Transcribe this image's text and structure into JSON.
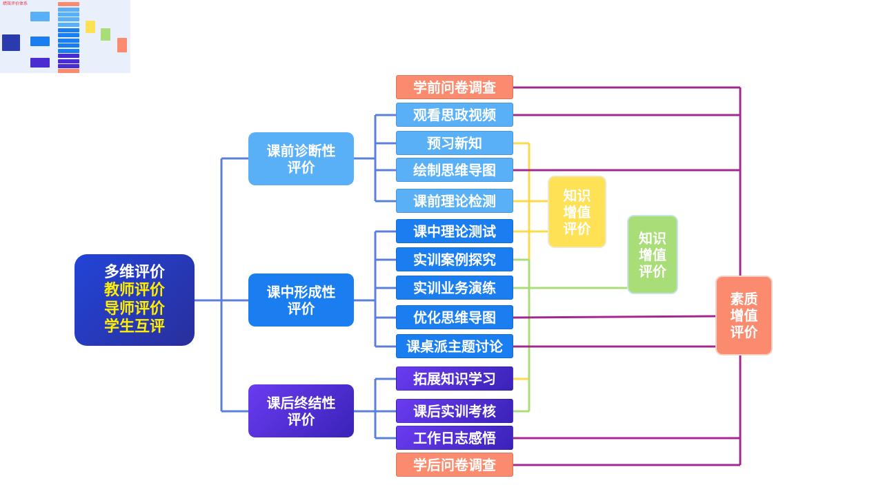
{
  "root": {
    "title": "多维评价",
    "lines": [
      "教师评价",
      "导师评价",
      "学生互评"
    ]
  },
  "stages": [
    {
      "label": "课前诊断性\n评价",
      "label_line1": "课前诊断性",
      "label_line2": "评价"
    },
    {
      "label": "课中形成性\n评价",
      "label_line1": "课中形成性",
      "label_line2": "评价"
    },
    {
      "label": "课后终结性\n评价",
      "label_line1": "课后终结性",
      "label_line2": "评价"
    }
  ],
  "activities": [
    "学前问卷调查",
    "观看思政视频",
    "预习新知",
    "绘制思维导图",
    "课前理论检测",
    "课中理论测试",
    "实训案例探究",
    "实训业务演练",
    "优化思维导图",
    "课桌派主题讨论",
    "拓展知识学习",
    "课后实训考核",
    "工作日志感悟",
    "学后问卷调查"
  ],
  "categories": [
    {
      "lines": [
        "知识",
        "增值",
        "评价"
      ]
    },
    {
      "lines": [
        "知识",
        "增值",
        "评价"
      ]
    },
    {
      "lines": [
        "素质",
        "增值",
        "评价"
      ]
    }
  ],
  "colors": {
    "connector_blue": "#5b7fd9",
    "line_yellow": "#ffd84a",
    "line_green": "#a8dd78",
    "line_purple": "#a3288e",
    "cat_yellow": "#ffe156",
    "cat_green": "#a8dd78",
    "cat_orange": "#fb8b6e"
  }
}
